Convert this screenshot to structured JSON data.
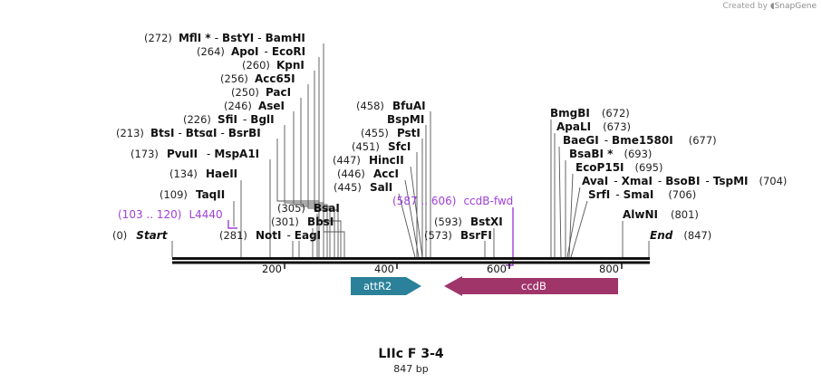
{
  "watermark": {
    "prefix": "Created by",
    "brand": "SnapGene"
  },
  "title": "LIIc F 3-4",
  "length_label": "847 bp",
  "ends": {
    "start": {
      "label": "Start",
      "pos": "(0)"
    },
    "end": {
      "label": "End",
      "pos": "(847)"
    }
  },
  "axis_ticks": [
    "200",
    "400",
    "600",
    "800"
  ],
  "primers": [
    {
      "name": "L4440",
      "range": "(103 .. 120)"
    },
    {
      "name": "ccdB-fwd",
      "range": "(587 .. 606)"
    }
  ],
  "features": [
    {
      "name": "attR2",
      "direction": "forward",
      "color": "#2b8199"
    },
    {
      "name": "ccdB",
      "direction": "reverse",
      "color": "#a0356a"
    }
  ],
  "sites": [
    {
      "pos": "(272)",
      "enzymes": [
        "MflI *",
        "BstYI",
        "BamHI"
      ]
    },
    {
      "pos": "(264)",
      "enzymes": [
        "ApoI",
        "EcoRI"
      ]
    },
    {
      "pos": "(260)",
      "enzymes": [
        "KpnI"
      ]
    },
    {
      "pos": "(256)",
      "enzymes": [
        "Acc65I"
      ]
    },
    {
      "pos": "(250)",
      "enzymes": [
        "PacI"
      ]
    },
    {
      "pos": "(246)",
      "enzymes": [
        "AseI"
      ]
    },
    {
      "pos": "(226)",
      "enzymes": [
        "SfiI",
        "BglI"
      ]
    },
    {
      "pos": "(213)",
      "enzymes": [
        "BtsI",
        "BtsαI",
        "BsrBI"
      ]
    },
    {
      "pos": "(173)",
      "enzymes": [
        "PvuII",
        "MspA1I"
      ]
    },
    {
      "pos": "(134)",
      "enzymes": [
        "HaeII"
      ]
    },
    {
      "pos": "(109)",
      "enzymes": [
        "TaqII"
      ]
    },
    {
      "pos": "(281)",
      "enzymes": [
        "NotI",
        "EagI"
      ]
    },
    {
      "pos": "(301)",
      "enzymes": [
        "BbsI"
      ]
    },
    {
      "pos": "(305)",
      "enzymes": [
        "BsaI"
      ]
    },
    {
      "pos": "(458)",
      "enzymes": [
        "BfuAI"
      ]
    },
    {
      "pos": "",
      "enzymes": [
        "BspMI"
      ]
    },
    {
      "pos": "(455)",
      "enzymes": [
        "PstI"
      ]
    },
    {
      "pos": "(451)",
      "enzymes": [
        "SfcI"
      ]
    },
    {
      "pos": "(447)",
      "enzymes": [
        "HincII"
      ]
    },
    {
      "pos": "(446)",
      "enzymes": [
        "AccI"
      ]
    },
    {
      "pos": "(445)",
      "enzymes": [
        "SalI"
      ]
    },
    {
      "pos": "(593)",
      "enzymes": [
        "BstXI"
      ]
    },
    {
      "pos": "(573)",
      "enzymes": [
        "BsrFI"
      ]
    },
    {
      "pos": "(672)",
      "enzymes": [
        "BmgBI"
      ]
    },
    {
      "pos": "(673)",
      "enzymes": [
        "ApaLI"
      ]
    },
    {
      "pos": "(677)",
      "enzymes": [
        "BaeGI",
        "Bme1580I"
      ]
    },
    {
      "pos": "(693)",
      "enzymes": [
        "BsaBI *"
      ]
    },
    {
      "pos": "(695)",
      "enzymes": [
        "EcoP15I"
      ]
    },
    {
      "pos": "(704)",
      "enzymes": [
        "AvaI",
        "XmaI",
        "BsoBI",
        "TspMI"
      ]
    },
    {
      "pos": "(706)",
      "enzymes": [
        "SrfI",
        "SmaI"
      ]
    },
    {
      "pos": "(801)",
      "enzymes": [
        "AlwNI"
      ]
    }
  ]
}
